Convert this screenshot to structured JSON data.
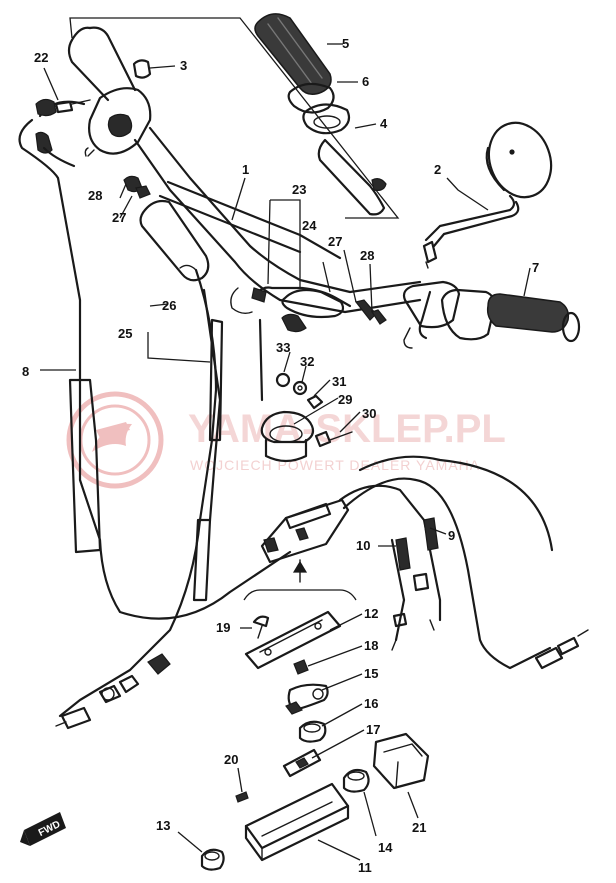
{
  "watermark": {
    "title": "YAMA-SKLEP.PL",
    "subtitle": "WOJCIECH POWERT DEALER YAMAHA",
    "color": "#e58c8c"
  },
  "direction_marker": "FWD",
  "callouts": [
    {
      "id": "1",
      "label": "1"
    },
    {
      "id": "2",
      "label": "2"
    },
    {
      "id": "3",
      "label": "3"
    },
    {
      "id": "4",
      "label": "4"
    },
    {
      "id": "5",
      "label": "5"
    },
    {
      "id": "6",
      "label": "6"
    },
    {
      "id": "7",
      "label": "7"
    },
    {
      "id": "8",
      "label": "8"
    },
    {
      "id": "9",
      "label": "9"
    },
    {
      "id": "10",
      "label": "10"
    },
    {
      "id": "11",
      "label": "11"
    },
    {
      "id": "12",
      "label": "12"
    },
    {
      "id": "13",
      "label": "13"
    },
    {
      "id": "14",
      "label": "14"
    },
    {
      "id": "15",
      "label": "15"
    },
    {
      "id": "16",
      "label": "16"
    },
    {
      "id": "17",
      "label": "17"
    },
    {
      "id": "18",
      "label": "18"
    },
    {
      "id": "19",
      "label": "19"
    },
    {
      "id": "20",
      "label": "20"
    },
    {
      "id": "21",
      "label": "21"
    },
    {
      "id": "22",
      "label": "22"
    },
    {
      "id": "23",
      "label": "23"
    },
    {
      "id": "24",
      "label": "24"
    },
    {
      "id": "25",
      "label": "25"
    },
    {
      "id": "26",
      "label": "26"
    },
    {
      "id": "27a",
      "label": "27"
    },
    {
      "id": "27b",
      "label": "27"
    },
    {
      "id": "28a",
      "label": "28"
    },
    {
      "id": "28b",
      "label": "28"
    },
    {
      "id": "29",
      "label": "29"
    },
    {
      "id": "30",
      "label": "30"
    },
    {
      "id": "31",
      "label": "31"
    },
    {
      "id": "32",
      "label": "32"
    },
    {
      "id": "33",
      "label": "33"
    }
  ]
}
